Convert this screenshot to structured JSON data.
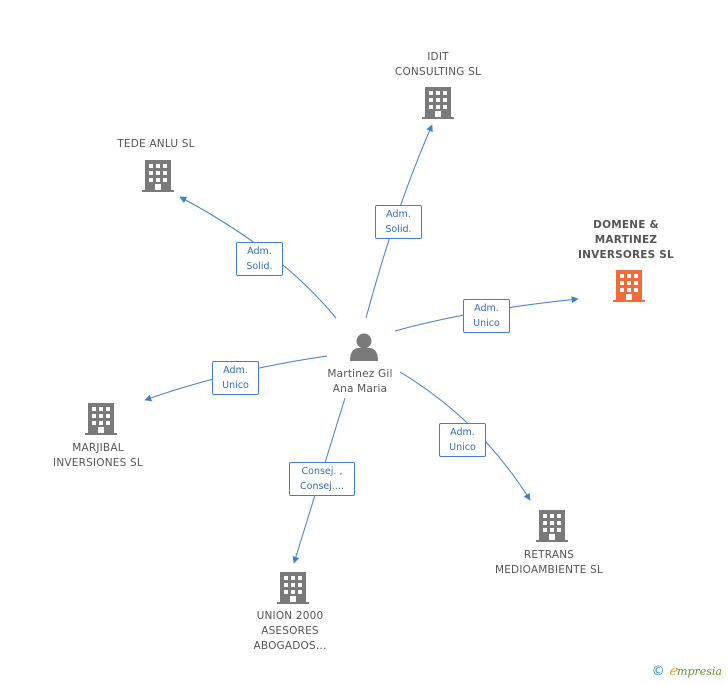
{
  "center": {
    "name_line1": "Martinez Gil",
    "name_line2": "Ana Maria",
    "icon": "person-icon"
  },
  "companies": [
    {
      "id": "idit",
      "lines": [
        "IDIT",
        "CONSULTING SL"
      ],
      "highlight": false,
      "icon": "building-icon"
    },
    {
      "id": "tede",
      "lines": [
        "TEDE ANLU SL"
      ],
      "highlight": false,
      "icon": "building-icon"
    },
    {
      "id": "domene",
      "lines": [
        "DOMENE &",
        "MARTINEZ",
        "INVERSORES SL"
      ],
      "highlight": true,
      "icon": "building-icon"
    },
    {
      "id": "marjibal",
      "lines": [
        "MARJIBAL",
        "INVERSIONES SL"
      ],
      "highlight": false,
      "icon": "building-icon"
    },
    {
      "id": "retrans",
      "lines": [
        "RETRANS",
        "MEDIOAMBIENTE SL"
      ],
      "highlight": false,
      "icon": "building-icon"
    },
    {
      "id": "union",
      "lines": [
        "UNION 2000",
        "ASESORES",
        "ABOGADOS..."
      ],
      "highlight": false,
      "icon": "building-icon"
    }
  ],
  "relations": [
    {
      "target": "idit",
      "lines": [
        "Adm.",
        "Solid."
      ]
    },
    {
      "target": "tede",
      "lines": [
        "Adm.",
        "Solid."
      ]
    },
    {
      "target": "domene",
      "lines": [
        "Adm.",
        "Unico"
      ]
    },
    {
      "target": "marjibal",
      "lines": [
        "Adm.",
        "Unico"
      ]
    },
    {
      "target": "retrans",
      "lines": [
        "Adm.",
        "Unico"
      ]
    },
    {
      "target": "union",
      "lines": [
        "Consej. ,",
        "Consej...."
      ]
    }
  ],
  "colors": {
    "edge": "#3f7fd0",
    "building": "#7a7a7a",
    "building_highlight": "#f26b3a",
    "person": "#7a7a7a"
  },
  "footer": {
    "copyright_symbol": "©",
    "brand_first": "ℯ",
    "brand_rest": "mpresia"
  }
}
